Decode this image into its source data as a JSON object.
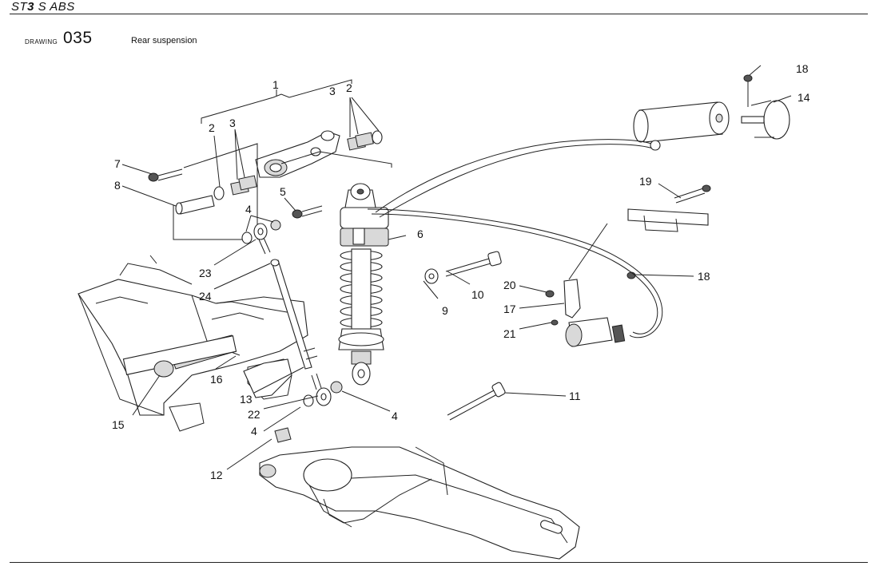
{
  "header": {
    "model_prefix": "ST",
    "model_bold": "3",
    "model_suffix": " S ABS",
    "drawing_label": "DRAWING",
    "drawing_number": "035",
    "drawing_title": "Rear suspension"
  },
  "callouts": {
    "c1": "1",
    "c2a": "2",
    "c2b": "2",
    "c3a": "3",
    "c3b": "3",
    "c4a": "4",
    "c4b": "4",
    "c4c": "4",
    "c5": "5",
    "c6": "6",
    "c7": "7",
    "c8": "8",
    "c9": "9",
    "c10": "10",
    "c11": "11",
    "c12": "12",
    "c13": "13",
    "c14": "14",
    "c15": "15",
    "c16": "16",
    "c17": "17",
    "c18a": "18",
    "c18b": "18",
    "c19": "19",
    "c20": "20",
    "c21": "21",
    "c22": "22",
    "c23": "23",
    "c24": "24"
  }
}
